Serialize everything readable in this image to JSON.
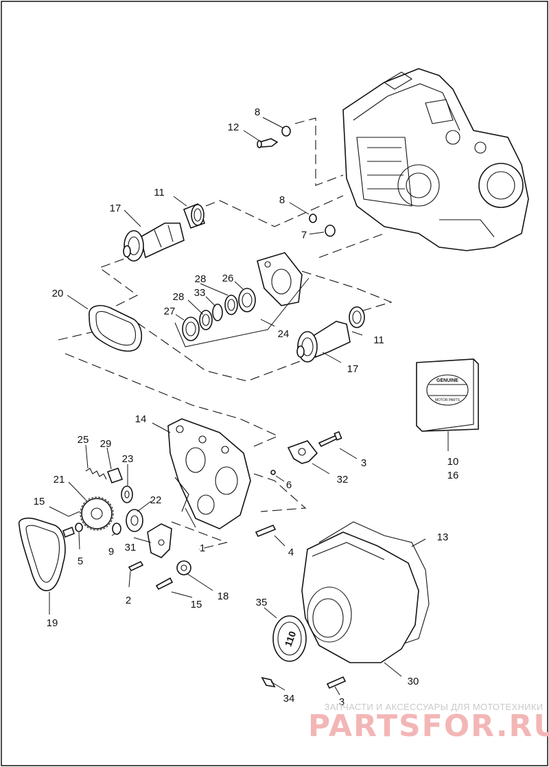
{
  "diagram": {
    "labels": [
      {
        "id": "8-top",
        "text": "8"
      },
      {
        "id": "12",
        "text": "12"
      },
      {
        "id": "11-top",
        "text": "11"
      },
      {
        "id": "17-top",
        "text": "17"
      },
      {
        "id": "8-mid",
        "text": "8"
      },
      {
        "id": "7",
        "text": "7"
      },
      {
        "id": "28-a",
        "text": "28"
      },
      {
        "id": "26",
        "text": "26"
      },
      {
        "id": "28-b",
        "text": "28"
      },
      {
        "id": "33",
        "text": "33"
      },
      {
        "id": "20",
        "text": "20"
      },
      {
        "id": "27",
        "text": "27"
      },
      {
        "id": "24",
        "text": "24"
      },
      {
        "id": "11-bottom",
        "text": "11"
      },
      {
        "id": "17-bottom",
        "text": "17"
      },
      {
        "id": "14",
        "text": "14"
      },
      {
        "id": "25",
        "text": "25"
      },
      {
        "id": "29",
        "text": "29"
      },
      {
        "id": "23",
        "text": "23"
      },
      {
        "id": "3-top",
        "text": "3"
      },
      {
        "id": "32",
        "text": "32"
      },
      {
        "id": "10",
        "text": "10"
      },
      {
        "id": "16",
        "text": "16"
      },
      {
        "id": "21",
        "text": "21"
      },
      {
        "id": "6",
        "text": "6"
      },
      {
        "id": "15-top",
        "text": "15"
      },
      {
        "id": "22",
        "text": "22"
      },
      {
        "id": "9",
        "text": "9"
      },
      {
        "id": "31",
        "text": "31"
      },
      {
        "id": "1",
        "text": "1"
      },
      {
        "id": "5",
        "text": "5"
      },
      {
        "id": "4",
        "text": "4"
      },
      {
        "id": "13",
        "text": "13"
      },
      {
        "id": "2",
        "text": "2"
      },
      {
        "id": "18",
        "text": "18"
      },
      {
        "id": "15-bottom",
        "text": "15"
      },
      {
        "id": "19",
        "text": "19"
      },
      {
        "id": "35",
        "text": "35"
      },
      {
        "id": "30",
        "text": "30"
      },
      {
        "id": "3-bottom",
        "text": "3"
      },
      {
        "id": "34",
        "text": "34"
      }
    ]
  },
  "kit_box": {
    "badge_top": "GENUINE",
    "badge_bottom": "MOTOR PARTS"
  },
  "cover_emblem": {
    "text": "110"
  },
  "watermark": {
    "tagline": "ЗАПЧАСТИ И АКСЕССУАРЫ ДЛЯ МОТОТЕХНИКИ",
    "brand": "PARTSFOR.RU"
  }
}
